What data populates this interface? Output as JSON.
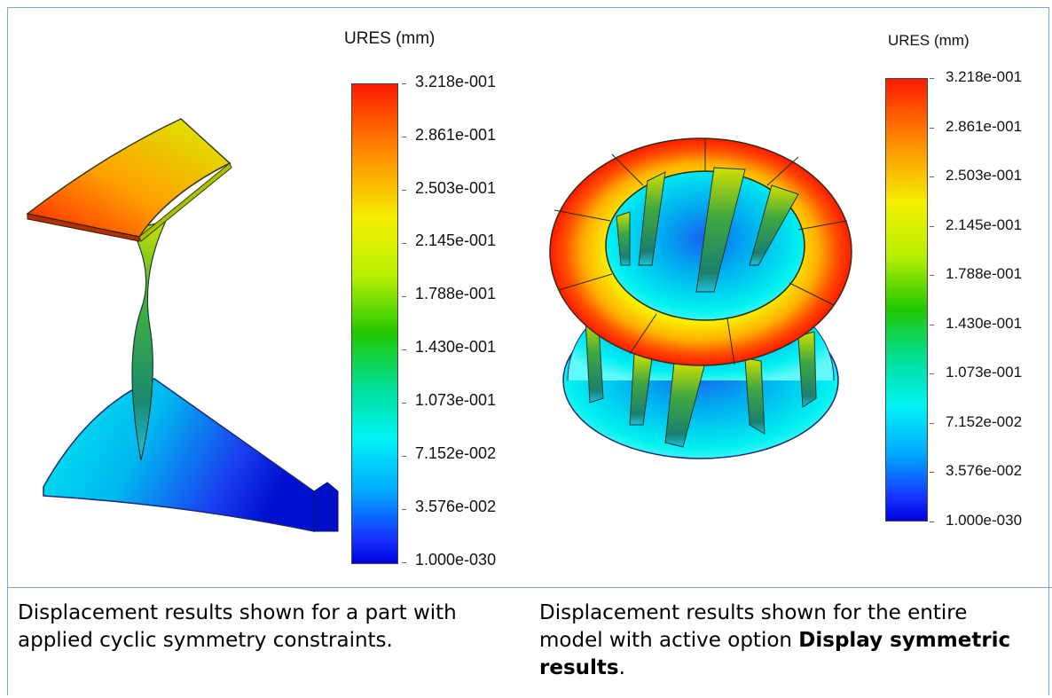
{
  "left_figure": {
    "legend_title": "URES (mm)",
    "ticks": [
      "3.218e-001",
      "2.861e-001",
      "2.503e-001",
      "2.145e-001",
      "1.788e-001",
      "1.430e-001",
      "1.073e-001",
      "7.152e-002",
      "3.576e-002",
      "1.000e-030"
    ]
  },
  "right_figure": {
    "legend_title": "URES (mm)",
    "ticks": [
      "3.218e-001",
      "2.861e-001",
      "2.503e-001",
      "2.145e-001",
      "1.788e-001",
      "1.430e-001",
      "1.073e-001",
      "7.152e-002",
      "3.576e-002",
      "1.000e-030"
    ]
  },
  "captions": {
    "left": "Displacement results shown for a part with applied cyclic symmetry constraints.",
    "right_prefix": "Displacement results shown for the entire model with active option ",
    "right_bold": "Display symmetric results",
    "right_suffix": "."
  },
  "colors": {
    "border": "#7aa6cf",
    "max": "#ff1a00",
    "min": "#0000e0"
  }
}
